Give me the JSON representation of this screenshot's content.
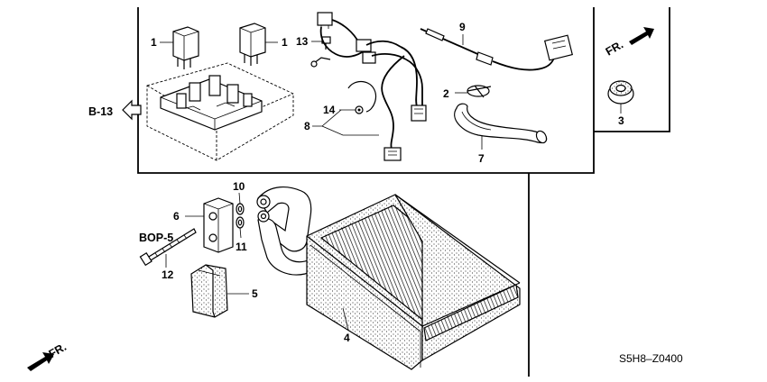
{
  "diagram": {
    "callouts": {
      "c1a": "1",
      "c1b": "1",
      "c2": "2",
      "c3": "3",
      "c4": "4",
      "c5": "5",
      "c6": "6",
      "c7": "7",
      "c8": "8",
      "c9": "9",
      "c10": "10",
      "c11": "11",
      "c12": "12",
      "c13": "13",
      "c14": "14"
    },
    "refs": {
      "b13": "B-13",
      "bop5": "BOP-5"
    },
    "direction_labels": {
      "fr_top": "FR.",
      "fr_bottom": "FR."
    },
    "drawing_code": "S5H8–Z0400"
  }
}
